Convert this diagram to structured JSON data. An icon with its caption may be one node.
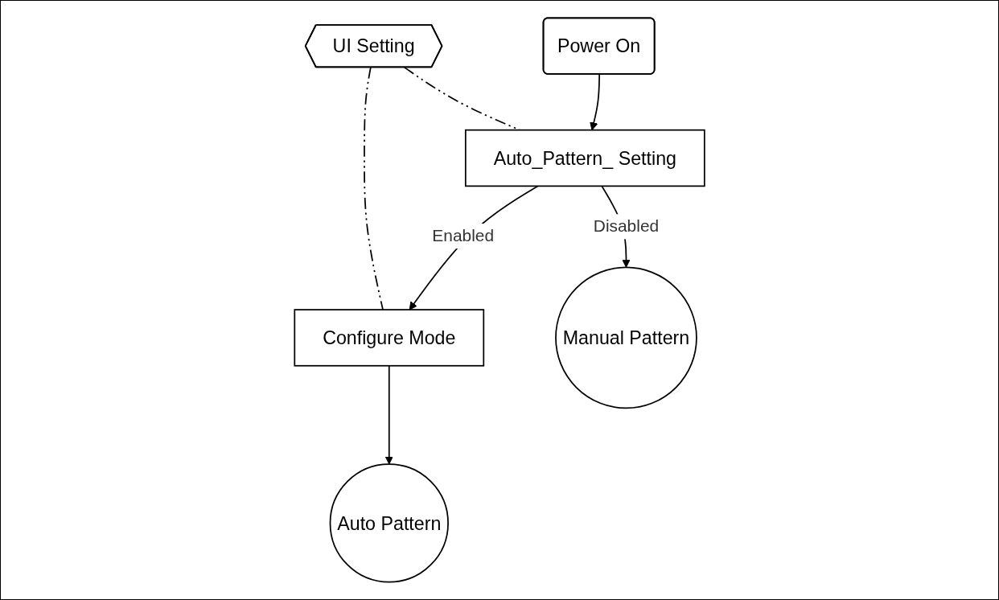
{
  "diagram": {
    "nodes": [
      {
        "text": [
          "UI Setting"
        ]
      },
      {
        "text": [
          "Power On"
        ]
      },
      {
        "text": [
          "Auto_Pattern_ Setting"
        ]
      },
      {
        "text": [
          "Configure Mode"
        ]
      },
      {
        "text": [
          "Auto Pattern"
        ]
      },
      {
        "text": [
          "Manual Pattern"
        ]
      }
    ],
    "edges": [
      {
        "from": 1,
        "to": 2,
        "arrow": "to"
      },
      {
        "from": 2,
        "to": 3,
        "arrow": "to",
        "label": "Enabled"
      },
      {
        "from": 2,
        "to": 5,
        "arrow": "to",
        "label": "Disabled"
      },
      {
        "from": 3,
        "to": 4,
        "arrow": "to"
      },
      {
        "from": 0,
        "to": 2,
        "arrow": "none",
        "style": "dashed"
      },
      {
        "from": 0,
        "to": 3,
        "arrow": "none",
        "style": "dashed"
      }
    ]
  }
}
